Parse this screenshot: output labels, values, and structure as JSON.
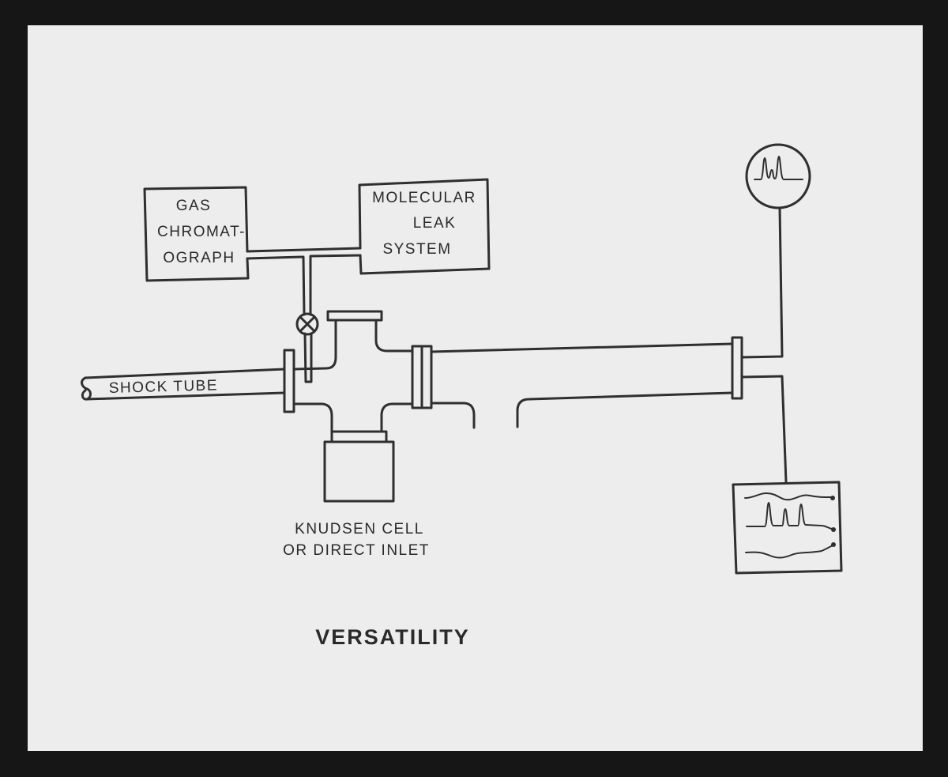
{
  "labels": {
    "gc_line1": "GAS",
    "gc_line2": "CHROMAT-",
    "gc_line3": "OGRAPH",
    "mls_line1": "MOLECULAR",
    "mls_line2": "LEAK",
    "mls_line3": "SYSTEM",
    "shock_tube": "SHOCK TUBE",
    "knudsen_line1": "KNUDSEN CELL",
    "knudsen_line2": "OR DIRECT INLET"
  },
  "title": "VERSATILITY",
  "colors": {
    "paper": "#ededee",
    "ink": "#2f2f2f",
    "frame": "#161616"
  }
}
